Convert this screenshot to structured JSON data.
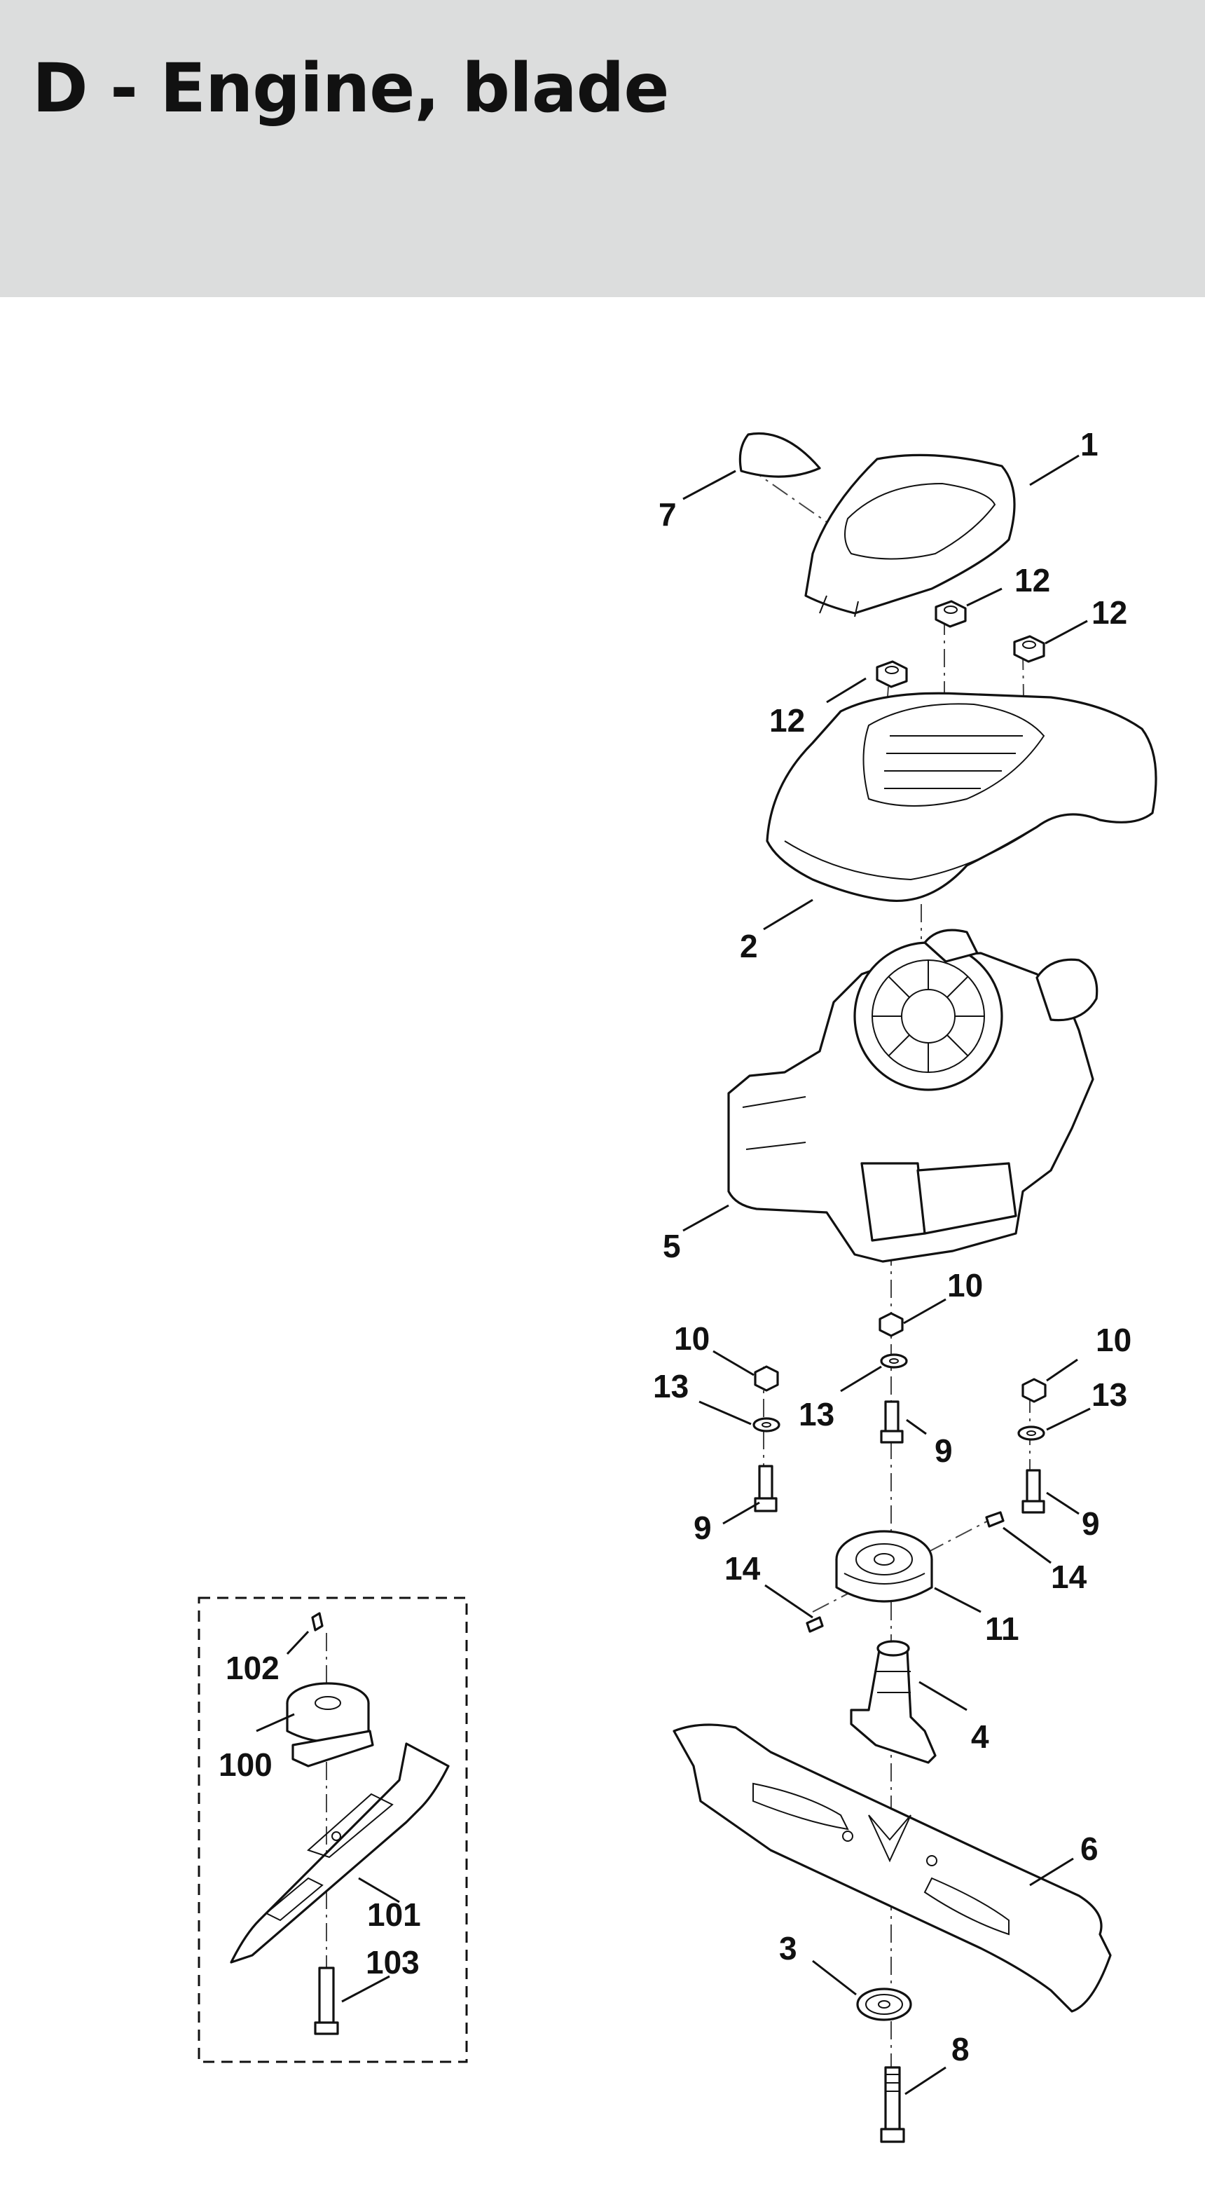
{
  "header": {
    "title": "D - Engine, blade"
  },
  "callouts": {
    "c1": "1",
    "c2": "2",
    "c3": "3",
    "c4": "4",
    "c5": "5",
    "c6": "6",
    "c7": "7",
    "c8": "8",
    "c9a": "9",
    "c9b": "9",
    "c9c": "9",
    "c10a": "10",
    "c10b": "10",
    "c10c": "10",
    "c11": "11",
    "c12a": "12",
    "c12b": "12",
    "c12c": "12",
    "c13a": "13",
    "c13b": "13",
    "c13c": "13",
    "c14a": "14",
    "c14b": "14",
    "c100": "100",
    "c101": "101",
    "c102": "102",
    "c103": "103"
  }
}
